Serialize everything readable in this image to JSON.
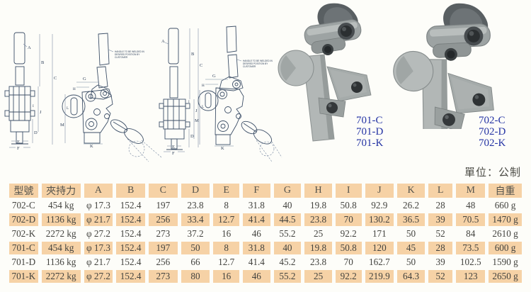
{
  "unit_label": "單位：公制",
  "photo_labels": {
    "series_701": [
      "701-C",
      "701-D",
      "701-K"
    ],
    "series_702": [
      "702-C",
      "702-D",
      "702-K"
    ]
  },
  "drawing_annotation": [
    "HANDLE TO BE WELDED IN",
    "DESIRED POSITION BY",
    "CUSTOMER"
  ],
  "dims": [
    "A",
    "B",
    "C",
    "D",
    "E",
    "F",
    "G",
    "H",
    "I",
    "J",
    "K",
    "L",
    "M"
  ],
  "table": {
    "headers": [
      "型號",
      "夾持力",
      "A",
      "B",
      "C",
      "D",
      "E",
      "F",
      "G",
      "H",
      "I",
      "J",
      "K",
      "L",
      "M",
      "自重"
    ],
    "rows": [
      [
        "702-C",
        "454 kg",
        "φ 17.3",
        "152.4",
        "197",
        "23.8",
        "8",
        "31.8",
        "40",
        "19.8",
        "50.8",
        "92.9",
        "26.2",
        "28",
        "48",
        "660 g"
      ],
      [
        "702-D",
        "1136 kg",
        "φ 21.7",
        "152.4",
        "256",
        "33.4",
        "12.7",
        "41.4",
        "44.5",
        "23.8",
        "70",
        "130.2",
        "36.5",
        "39",
        "70.5",
        "1470 g"
      ],
      [
        "702-K",
        "2272 kg",
        "φ 27.2",
        "152.4",
        "273",
        "37.2",
        "16",
        "46",
        "55.2",
        "25",
        "92.2",
        "171",
        "50",
        "52",
        "84",
        "2610 g"
      ],
      [
        "701-C",
        "454 kg",
        "φ 17.3",
        "152.4",
        "197",
        "50",
        "8",
        "31.8",
        "40",
        "19.8",
        "50.8",
        "120",
        "45",
        "28",
        "73.5",
        "600 g"
      ],
      [
        "701-D",
        "1136 kg",
        "φ 21.7",
        "152.4",
        "256",
        "66",
        "12.7",
        "41.4",
        "45.2",
        "23.8",
        "70",
        "162.7",
        "50",
        "39",
        "102.5",
        "1590 g"
      ],
      [
        "701-K",
        "2272 kg",
        "φ 27.2",
        "152.4",
        "273",
        "80",
        "16",
        "46",
        "55.2",
        "25",
        "92.2",
        "219.9",
        "64.3",
        "52",
        "123",
        "2650 g"
      ]
    ],
    "highlighted_rows": [
      1,
      3,
      5
    ]
  },
  "colors": {
    "highlight_bg": "#f6d2a6",
    "label_blue": "#2433a4",
    "drawing_line": "#3e5068",
    "table_text": "#43433f"
  }
}
